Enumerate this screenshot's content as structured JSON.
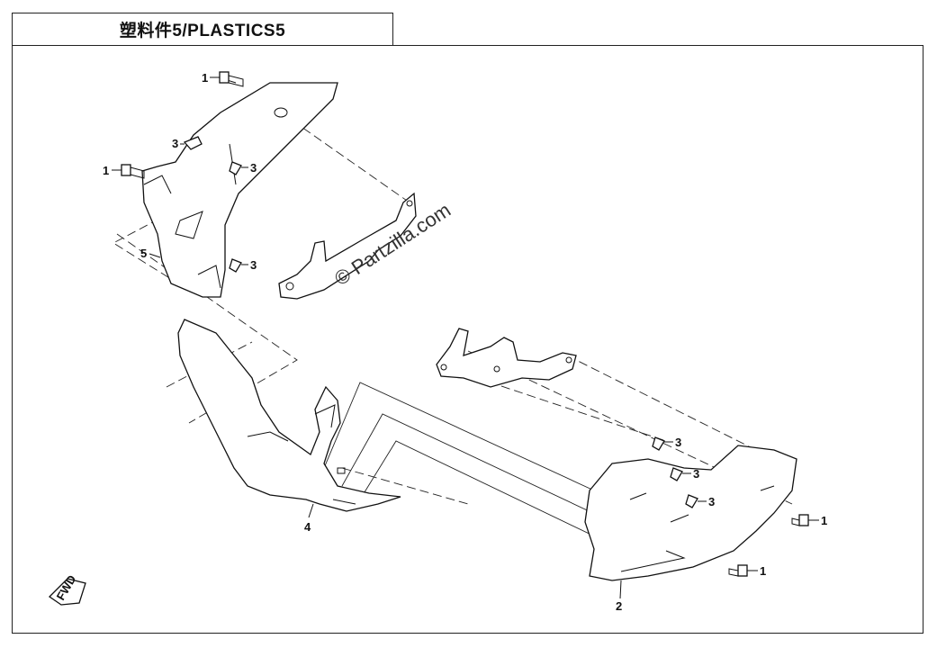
{
  "diagram": {
    "title": "塑料件5/PLASTICS5",
    "watermark": "© Partzilla.com",
    "fwd_label": "FWD",
    "callouts": {
      "c1a": "1",
      "c1b": "1",
      "c1c": "1",
      "c1d": "1",
      "c2": "2",
      "c3a": "3",
      "c3b": "3",
      "c3c": "3",
      "c3d": "3",
      "c3e": "3",
      "c3f": "3",
      "c4": "4",
      "c5": "5"
    }
  }
}
